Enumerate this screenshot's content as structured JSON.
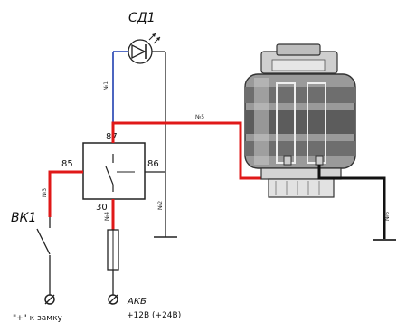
{
  "components": {
    "led_label": "СД1",
    "switch_label": "ВК1",
    "relay_pins": {
      "p87": "87",
      "p85": "85",
      "p86": "86",
      "p30": "30"
    },
    "battery_label": "АКБ",
    "battery_voltage": "+12В (+24В)",
    "ignition_label": "\"+\" к замку"
  },
  "wires": {
    "w1": "№1",
    "w2": "№2",
    "w3": "№3",
    "w4": "№4",
    "w5": "№5",
    "w6": "№6"
  },
  "colors": {
    "positive": "#e01818",
    "led_wire": "#1f3fb0",
    "ground": "#111111"
  }
}
